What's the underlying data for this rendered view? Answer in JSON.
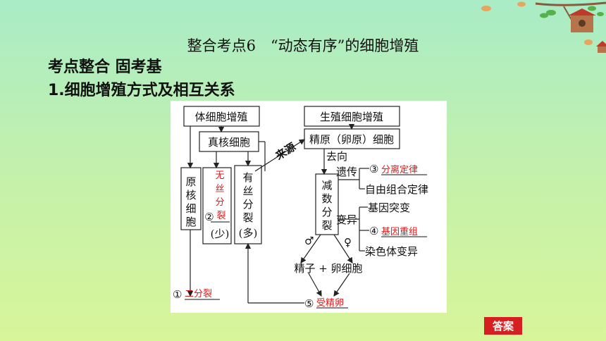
{
  "slide": {
    "title": "整合考点6　“动态有序”的细胞增殖",
    "section": "考点整合  固考基",
    "subsection": "1.细胞增殖方式及相互关系"
  },
  "diagram": {
    "somatic": "体细胞增殖",
    "eukaryote": "真核细胞",
    "prokaryote": [
      "原",
      "核",
      "细",
      "胞"
    ],
    "amitosis_num": "②",
    "amitosis": [
      "无",
      "丝",
      "分",
      "裂"
    ],
    "few": "(少)",
    "mitosis": [
      "有",
      "丝",
      "分",
      "裂"
    ],
    "many": "(多)",
    "source": "来源",
    "germ": "生殖细胞增殖",
    "primordial": "精原（卵原）细胞",
    "destination": [
      "去向"
    ],
    "meiosis": [
      "减",
      "数",
      "分",
      "裂"
    ],
    "heredity": "遗传",
    "ans3_num": "③",
    "ans3": "分离定律",
    "free": "自由组合定律",
    "variation": "变异",
    "gene_mut": "基因突变",
    "ans4_num": "④",
    "ans4": "基因重组",
    "chrom": "染色体变异",
    "male": "♂",
    "female": "♀",
    "gametes": "精子 + 卵细胞",
    "ans1_num": "①",
    "ans1": "二分裂",
    "ans5_num": "⑤",
    "ans5": "受精卵"
  },
  "button": {
    "answer": "答案"
  },
  "colors": {
    "answer_red": "#d42020",
    "handwriting": "#e0191b"
  }
}
